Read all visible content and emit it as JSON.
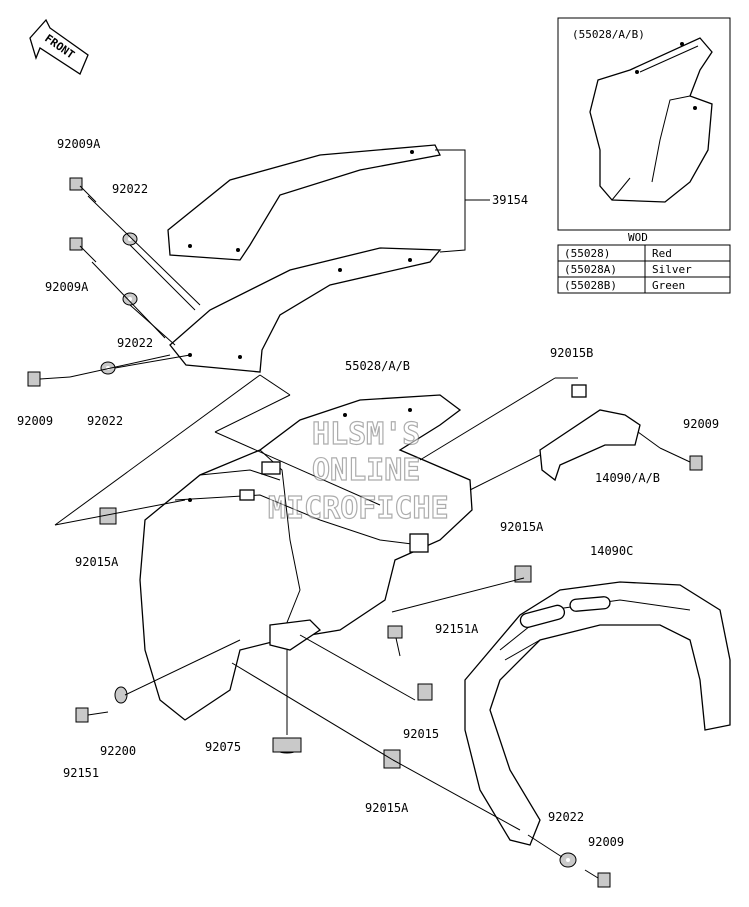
{
  "front_tag": "FRONT",
  "labels": {
    "p92009A_top": "92009A",
    "p92022_a": "92022",
    "p92009A_mid": "92009A",
    "p92022_b": "92022",
    "p92009_left": "92009",
    "p92022_c": "92022",
    "p39154": "39154",
    "p55028AB": "55028/A/B",
    "p92015B": "92015B",
    "p92009_right": "92009",
    "p14090AB": "14090/A/B",
    "p92015A_left": "92015A",
    "p92015A_right": "92015A",
    "p14090C": "14090C",
    "p92151A": "92151A",
    "p92015": "92015",
    "p92075": "92075",
    "p92200": "92200",
    "p92151": "92151",
    "p92015A_bottom": "92015A",
    "p92022_bottom": "92022",
    "p92009_bottom": "92009"
  },
  "inset": {
    "title": "(55028/A/B)"
  },
  "color_table": {
    "header": "WOD",
    "rows": [
      {
        "code": "(55028)",
        "color": "Red"
      },
      {
        "code": "(55028A)",
        "color": "Silver"
      },
      {
        "code": "(55028B)",
        "color": "Green"
      }
    ]
  },
  "watermark": [
    "HLSM'S",
    "ONLINE",
    "MICROFICHE"
  ]
}
